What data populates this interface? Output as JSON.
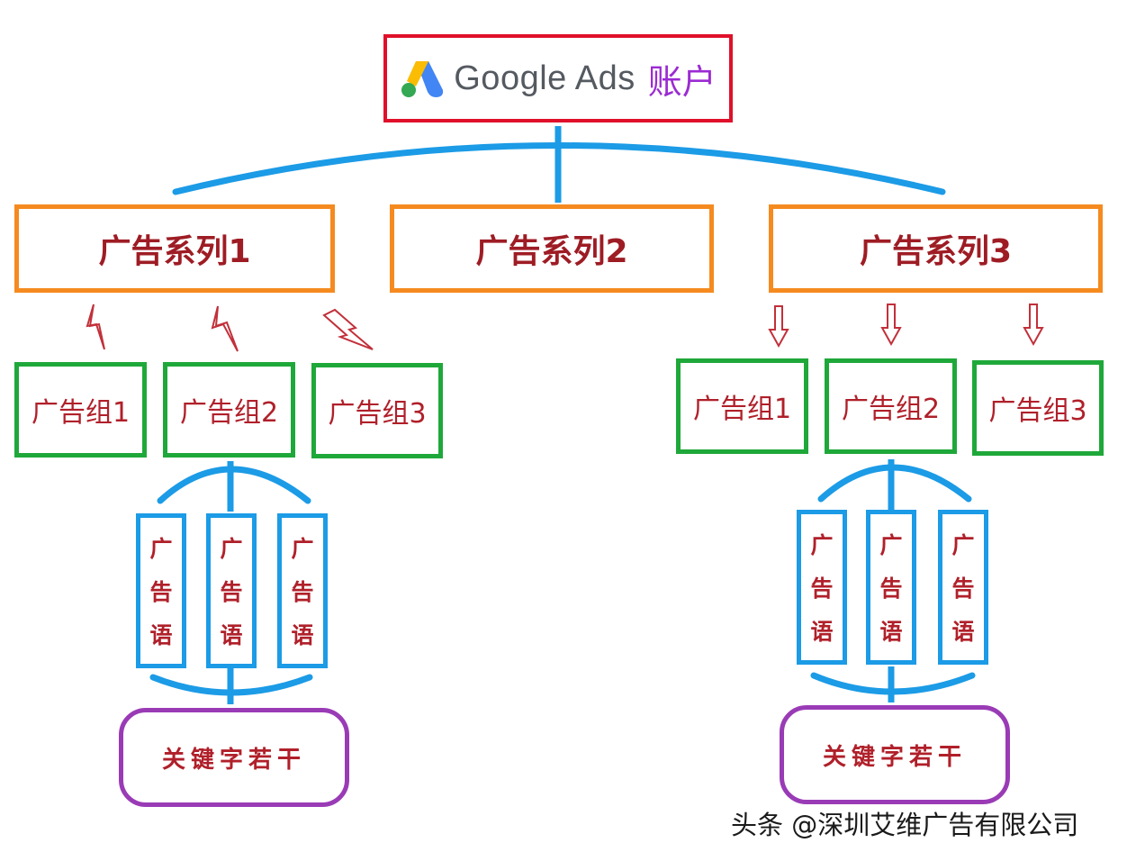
{
  "account": {
    "brand": "Google Ads",
    "suffix": "账户",
    "logo_icon": "google-ads-logo-icon"
  },
  "campaigns": [
    {
      "label": "广告系列1"
    },
    {
      "label": "广告系列2"
    },
    {
      "label": "广告系列3"
    }
  ],
  "left_groups": [
    {
      "label": "广告组1"
    },
    {
      "label": "广告组2"
    },
    {
      "label": "广告组3"
    }
  ],
  "right_groups": [
    {
      "label": "广告组1"
    },
    {
      "label": "广告组2"
    },
    {
      "label": "广告组3"
    }
  ],
  "ad_copy": {
    "chars": [
      "广",
      "告",
      "语"
    ]
  },
  "keywords": {
    "label": "关键字若干"
  },
  "watermark": "头条 @深圳艾维广告有限公司",
  "colors": {
    "account_border": "#e0102a",
    "campaign_border": "#f58a1f",
    "group_border": "#1fa83a",
    "adcopy_border": "#1c9be6",
    "keyword_border": "#9a3bb6",
    "connector": "#1c9be6",
    "text": "#b0202a"
  }
}
